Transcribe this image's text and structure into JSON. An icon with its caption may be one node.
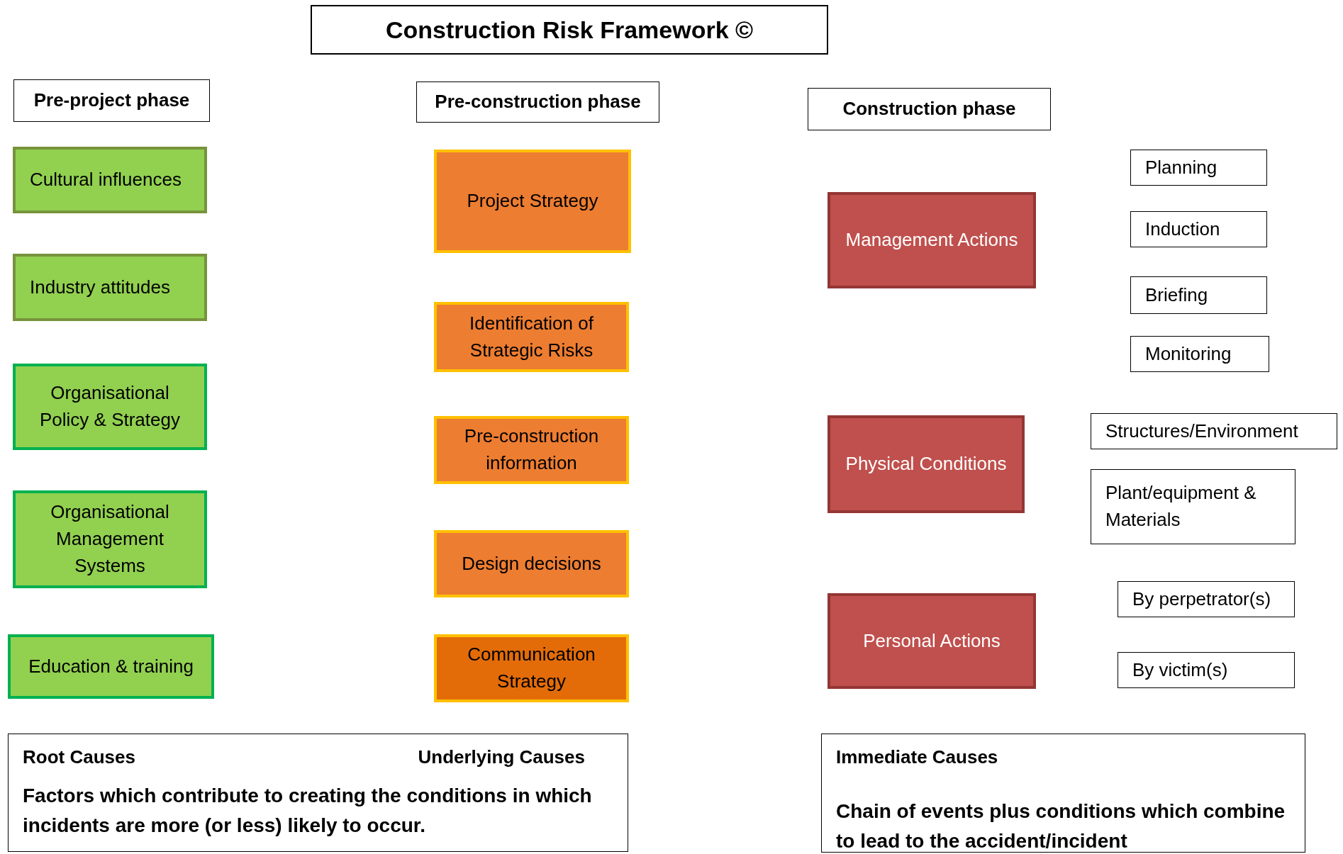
{
  "diagram": {
    "title": "Construction Risk Framework ©",
    "nodes": [
      {
        "text": [
          "Pre-project phase"
        ]
      },
      {
        "text": [
          "Cultural influences"
        ]
      },
      {
        "text": [
          "Industry attitudes"
        ]
      },
      {
        "text": [
          "Organisational Policy & Strategy"
        ]
      },
      {
        "text": [
          "Organisational Management Systems"
        ]
      },
      {
        "text": [
          "Education & training"
        ]
      },
      {
        "text": [
          "Pre-construction phase"
        ]
      },
      {
        "text": [
          "Project Strategy"
        ]
      },
      {
        "text": [
          "Identification of Strategic Risks"
        ]
      },
      {
        "text": [
          "Pre-construction information"
        ]
      },
      {
        "text": [
          "Design  decisions"
        ]
      },
      {
        "text": [
          "Communication Strategy"
        ]
      },
      {
        "text": [
          "Construction phase"
        ]
      },
      {
        "text": [
          "Management Actions"
        ]
      },
      {
        "text": [
          "Physical Conditions"
        ]
      },
      {
        "text": [
          "Personal Actions"
        ]
      },
      {
        "text": [
          "Planning"
        ]
      },
      {
        "text": [
          "Induction"
        ]
      },
      {
        "text": [
          "Briefing"
        ]
      },
      {
        "text": [
          "Monitoring"
        ]
      },
      {
        "text": [
          "Structures/Environment"
        ]
      },
      {
        "text": [
          "Plant/equipment & Materials"
        ]
      },
      {
        "text": [
          "By perpetrator(s)"
        ]
      },
      {
        "text": [
          "By victim(s)"
        ]
      },
      {
        "text": [
          "Root Causes",
          "Underlying Causes",
          "Factors which contribute to creating the conditions in which incidents are more (or less) likely to occur."
        ]
      },
      {
        "text": [
          "Immediate Causes",
          "Chain of events plus conditions which combine to lead to the accident/incident"
        ]
      }
    ]
  }
}
